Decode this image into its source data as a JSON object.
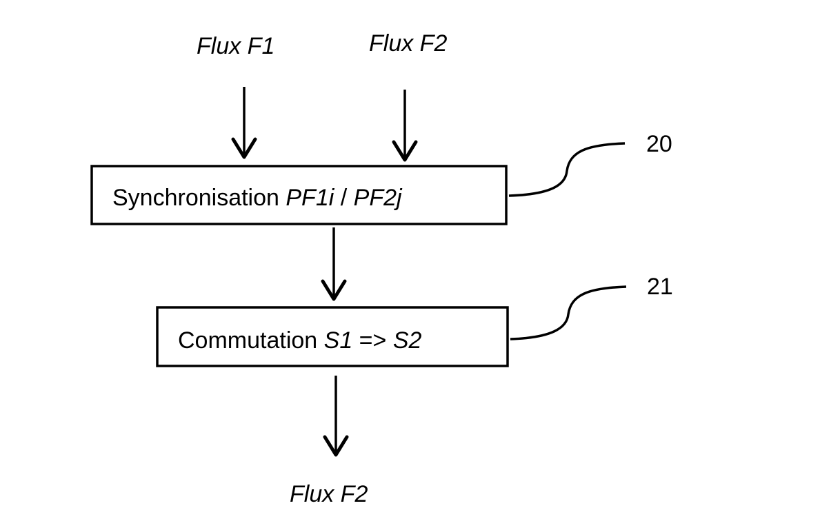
{
  "inputs": {
    "flux_f1": "Flux F1",
    "flux_f2": "Flux F2"
  },
  "blocks": {
    "sync": {
      "text": "Synchronisation ",
      "italic": "PF1i",
      "sep": " / ",
      "italic2": "PF2j",
      "ref": "20"
    },
    "switch": {
      "text": "Commutation ",
      "italic": "S1",
      "sep": " => ",
      "italic2": "S2",
      "ref": "21"
    }
  },
  "output": {
    "flux": "Flux F2"
  }
}
